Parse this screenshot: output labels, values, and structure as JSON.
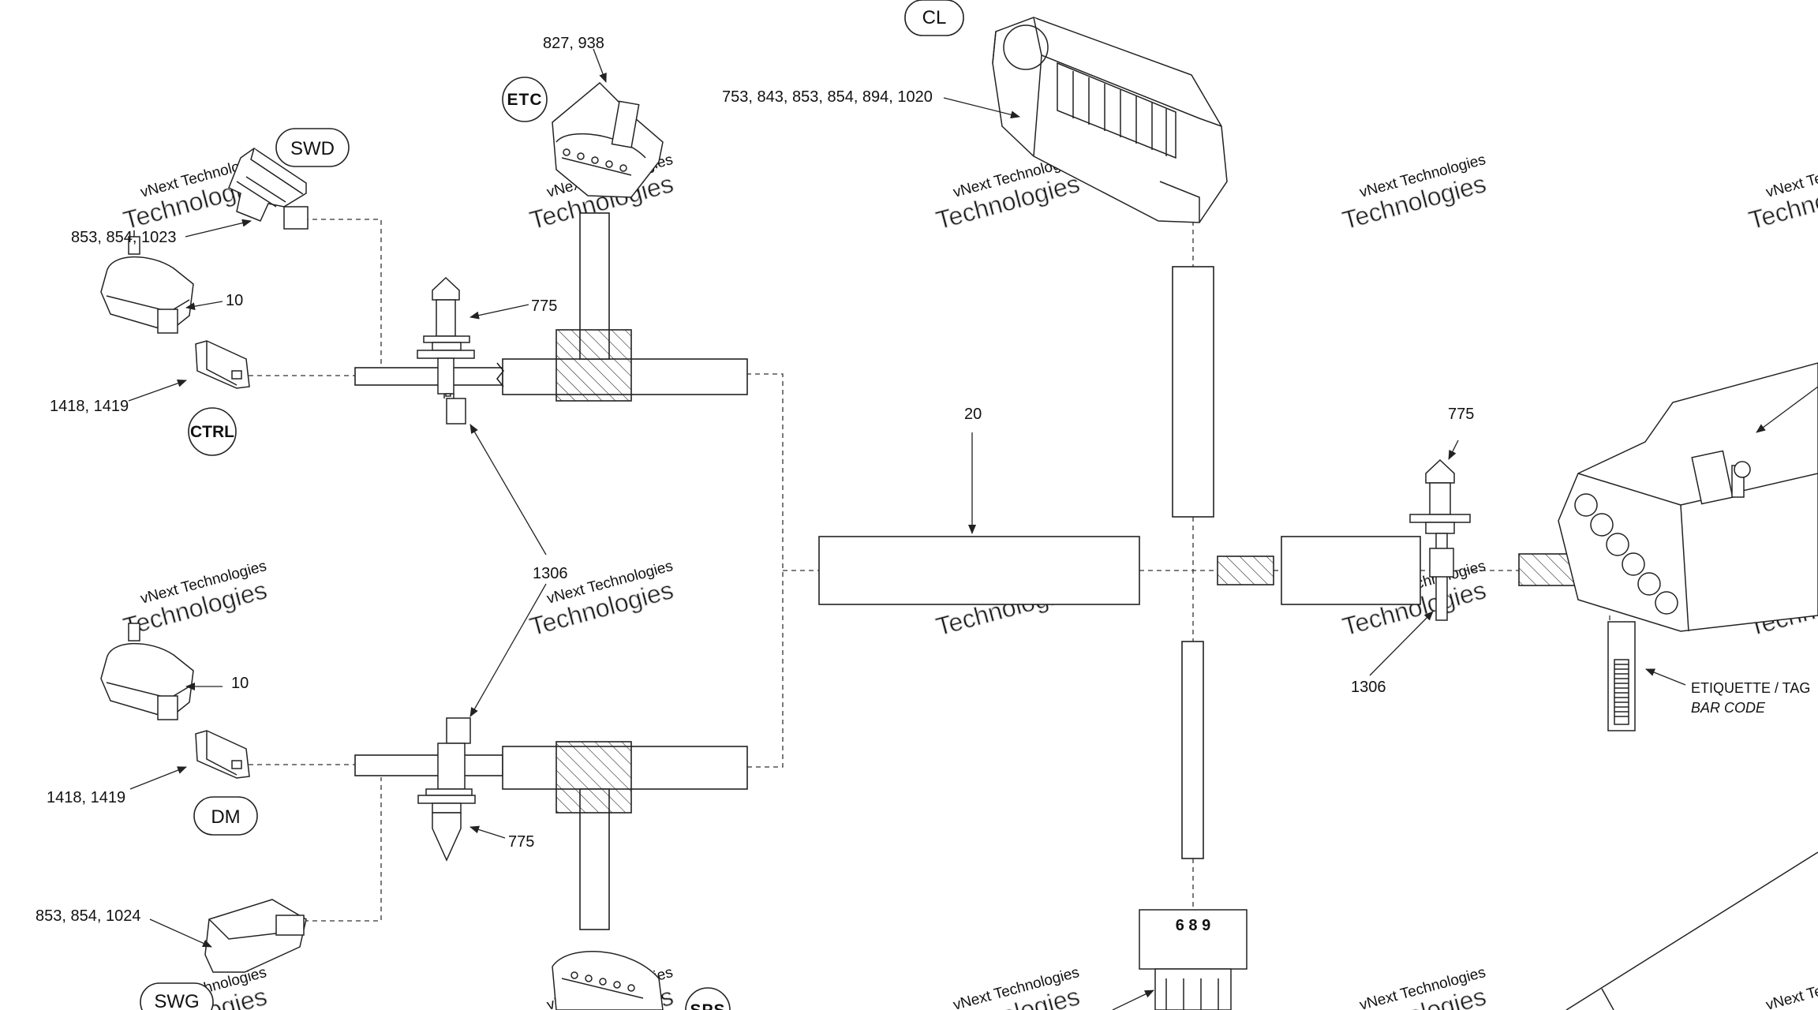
{
  "callouts": {
    "swd_part": "853, 854, 1023",
    "etc_part": "827, 938",
    "cl_part": "753, 843, 853, 854, 894, 1020",
    "sensor_top": "10",
    "sensor_bottom": "10",
    "plug_top": "1418, 1419",
    "plug_bottom": "1418, 1419",
    "clip_top": "775",
    "clip_bottom": "775",
    "clip_right": "775",
    "tie_center": "1306",
    "tie_right": "1306",
    "harness": "20",
    "swg_part": "853, 854, 1024",
    "tag_line1": "ETIQUETTE / TAG",
    "tag_line2": "BAR CODE"
  },
  "bubbles": {
    "swd": "SWD",
    "etc": "ETC",
    "ctrl": "CTRL",
    "dm": "DM",
    "cl": "CL",
    "swg": "SWG",
    "sps": "SPS"
  },
  "connector_pins": "6 8 9",
  "watermark": {
    "line1": "vNext Technologies",
    "line2": "Technologies"
  },
  "colors": {
    "line": "#222222",
    "watermark": "#c8c8c8"
  }
}
